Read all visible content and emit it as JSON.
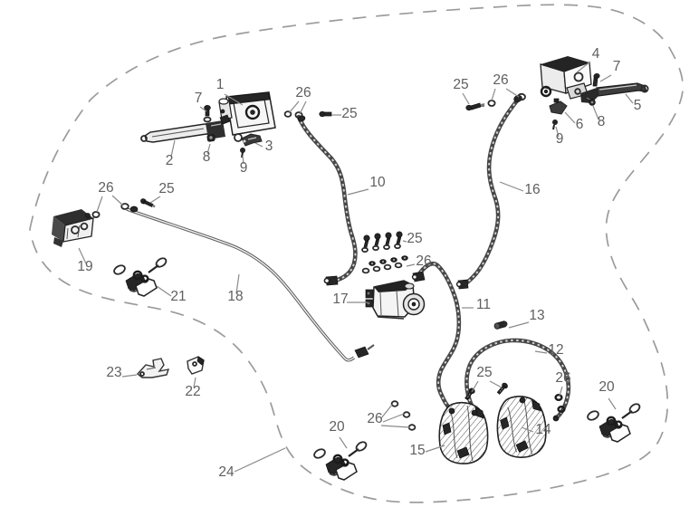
{
  "callouts": {
    "c1": "1",
    "c2": "2",
    "c3": "3",
    "c4": "4",
    "c5": "5",
    "c6": "6",
    "c7_left": "7",
    "c7_right": "7",
    "c8_left": "8",
    "c8_right": "8",
    "c9_left": "9",
    "c9_right": "9",
    "c10": "10",
    "c11": "11",
    "c12": "12",
    "c13": "13",
    "c14": "14",
    "c15": "15",
    "c16": "16",
    "c17": "17",
    "c18": "18",
    "c19": "19",
    "c20_bottom_left": "20",
    "c20_bottom_right": "20",
    "c21": "21",
    "c22": "22",
    "c23": "23",
    "c24": "24",
    "c25_top_left": "25",
    "c25_left": "25",
    "c25_middle": "25",
    "c25_top_right": "25",
    "c25_bottom": "25",
    "c26_top_left": "26",
    "c26_left": "26",
    "c26_middle": "26",
    "c26_top_right": "26",
    "c26_bottom_left": "26",
    "c26_bottom_right": "26"
  },
  "colors": {
    "ink": "#2b2b2b",
    "label_text": "#5f5f5f",
    "boundary_dash": "#9b9b9b",
    "background": "#ffffff"
  }
}
